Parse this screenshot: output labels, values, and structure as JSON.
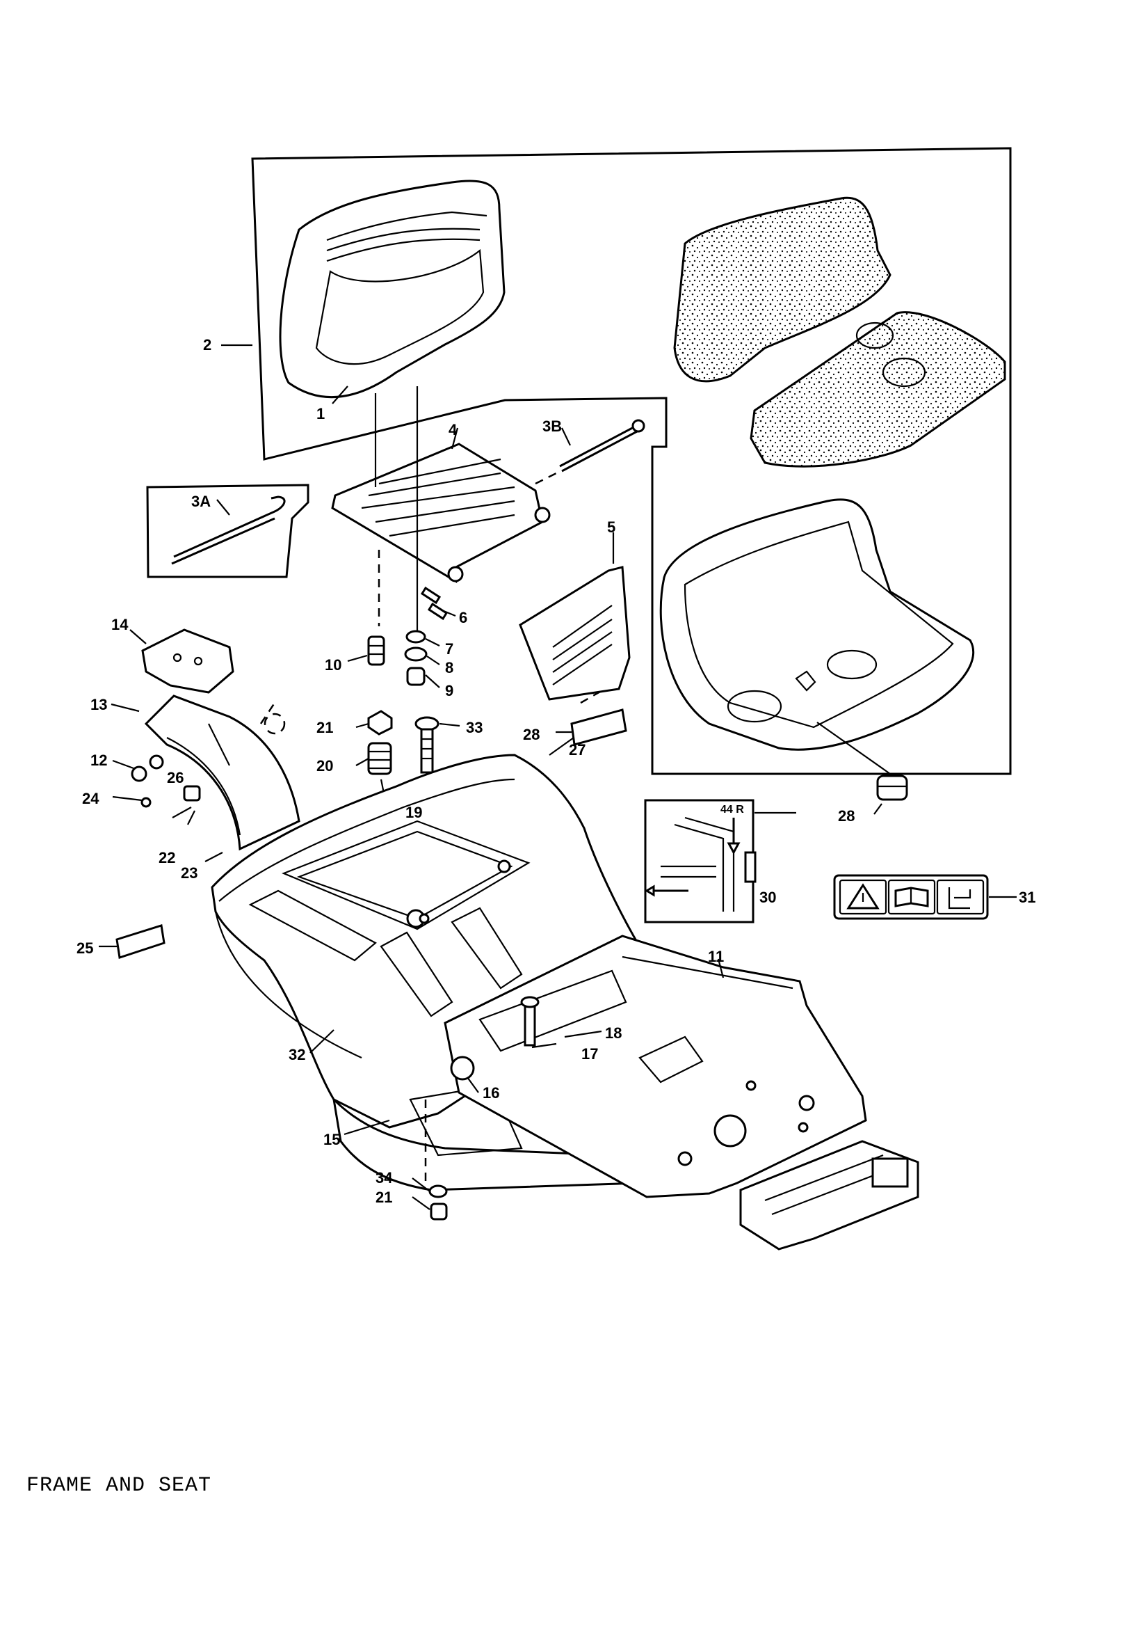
{
  "caption": "FRAME AND SEAT",
  "decal": {
    "label": "44 R"
  },
  "callouts": [
    {
      "id": "c1",
      "label": "1"
    },
    {
      "id": "c2",
      "label": "2"
    },
    {
      "id": "c3a",
      "label": "3A"
    },
    {
      "id": "c3b",
      "label": "3B"
    },
    {
      "id": "c4",
      "label": "4"
    },
    {
      "id": "c5",
      "label": "5"
    },
    {
      "id": "c6",
      "label": "6"
    },
    {
      "id": "c7",
      "label": "7"
    },
    {
      "id": "c8",
      "label": "8"
    },
    {
      "id": "c9",
      "label": "9"
    },
    {
      "id": "c10",
      "label": "10"
    },
    {
      "id": "c11",
      "label": "11"
    },
    {
      "id": "c12",
      "label": "12"
    },
    {
      "id": "c13",
      "label": "13"
    },
    {
      "id": "c14",
      "label": "14"
    },
    {
      "id": "c15",
      "label": "15"
    },
    {
      "id": "c16",
      "label": "16"
    },
    {
      "id": "c17",
      "label": "17"
    },
    {
      "id": "c18",
      "label": "18"
    },
    {
      "id": "c19",
      "label": "19"
    },
    {
      "id": "c20",
      "label": "20"
    },
    {
      "id": "c21a",
      "label": "21"
    },
    {
      "id": "c21b",
      "label": "21"
    },
    {
      "id": "c22",
      "label": "22"
    },
    {
      "id": "c23",
      "label": "23"
    },
    {
      "id": "c24",
      "label": "24"
    },
    {
      "id": "c25",
      "label": "25"
    },
    {
      "id": "c26",
      "label": "26"
    },
    {
      "id": "c27",
      "label": "27"
    },
    {
      "id": "c28a",
      "label": "28"
    },
    {
      "id": "c28b",
      "label": "28"
    },
    {
      "id": "c30",
      "label": "30"
    },
    {
      "id": "c31",
      "label": "31"
    },
    {
      "id": "c32",
      "label": "32"
    },
    {
      "id": "c33",
      "label": "33"
    },
    {
      "id": "c34",
      "label": "34"
    }
  ]
}
